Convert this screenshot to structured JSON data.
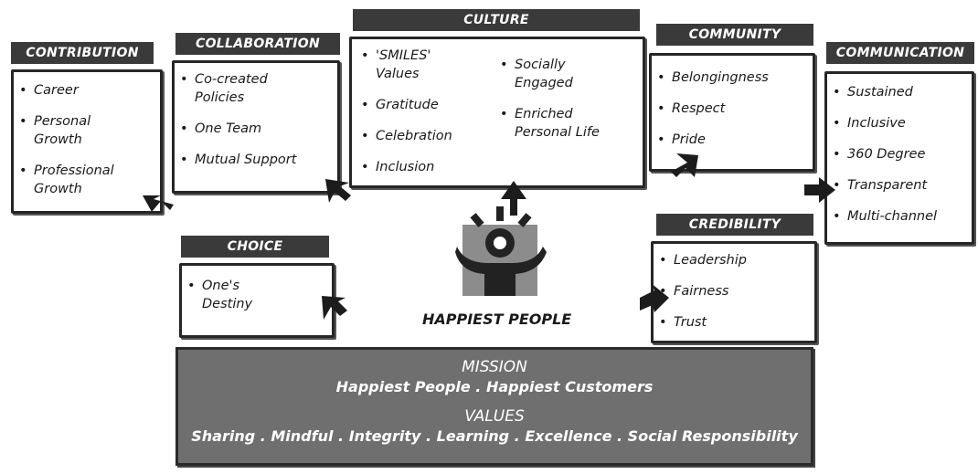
{
  "sections": {
    "contribution": {
      "title": "CONTRIBUTION",
      "items": [
        "Career",
        "Personal\nGrowth",
        "Professional\nGrowth"
      ]
    },
    "collaboration": {
      "title": "COLLABORATION",
      "items": [
        "Co-created\nPolicies",
        "One Team",
        "Mutual Support"
      ]
    },
    "culture": {
      "title": "CULTURE",
      "items_left": [
        "'SMILES'\nValues",
        "Gratitude",
        "Celebration",
        "Inclusion"
      ],
      "items_right": [
        "Socially\nEngaged",
        "Enriched\nPersonal Life"
      ]
    },
    "community": {
      "title": "COMMUNITY",
      "items": [
        "Belongingness",
        "Respect",
        "Pride"
      ]
    },
    "communication": {
      "title": "COMMUNICATION",
      "items": [
        "Sustained",
        "Inclusive",
        "360 Degree",
        "Transparent",
        "Multi-channel"
      ]
    },
    "choice": {
      "title": "CHOICE",
      "items": [
        "One's\nDestiny"
      ]
    },
    "credibility": {
      "title": "CREDIBILITY",
      "items": [
        "Leadership",
        "Fairness",
        "Trust"
      ]
    }
  },
  "center": {
    "label": "HAPPIEST PEOPLE",
    "icon": "happy-person-icon"
  },
  "mission": {
    "mission_title": "MISSION",
    "mission_text": "Happiest People . Happiest Customers",
    "values_title": "VALUES",
    "values_text": "Sharing . Mindful . Integrity . Learning . Excellence . Social Responsibility"
  },
  "colors": {
    "header_bg": "#3a3a3a",
    "mission_bg": "#6f6f6f",
    "border": "#262626"
  }
}
